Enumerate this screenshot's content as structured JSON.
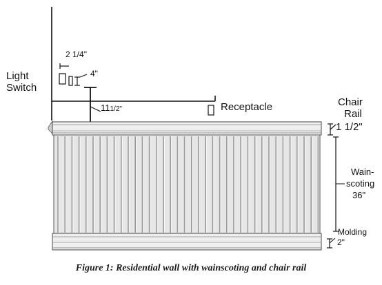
{
  "labels": {
    "light_switch_line1": "Light",
    "light_switch_line2": "Switch",
    "switch_width": "2  1/4\"",
    "switch_gap": "4\"",
    "switch_height": "11",
    "switch_height_frac": "1/2\"",
    "receptacle": "Receptacle",
    "chair_rail_line1": "Chair",
    "chair_rail_line2": "Rail",
    "chair_rail_size": "1 1/2\"",
    "wainscoting_line1": "Wain-",
    "wainscoting_line2": "scoting",
    "wainscoting_height": "36\"",
    "molding": "Molding",
    "molding_size": "2\""
  },
  "caption": "Figure 1: Residential wall with wainscoting and chair rail",
  "colors": {
    "line": "#111111",
    "panel_fill": "#e6e6e6",
    "panel_groove": "#9a9a9a",
    "rail_fill": "#efefef"
  }
}
